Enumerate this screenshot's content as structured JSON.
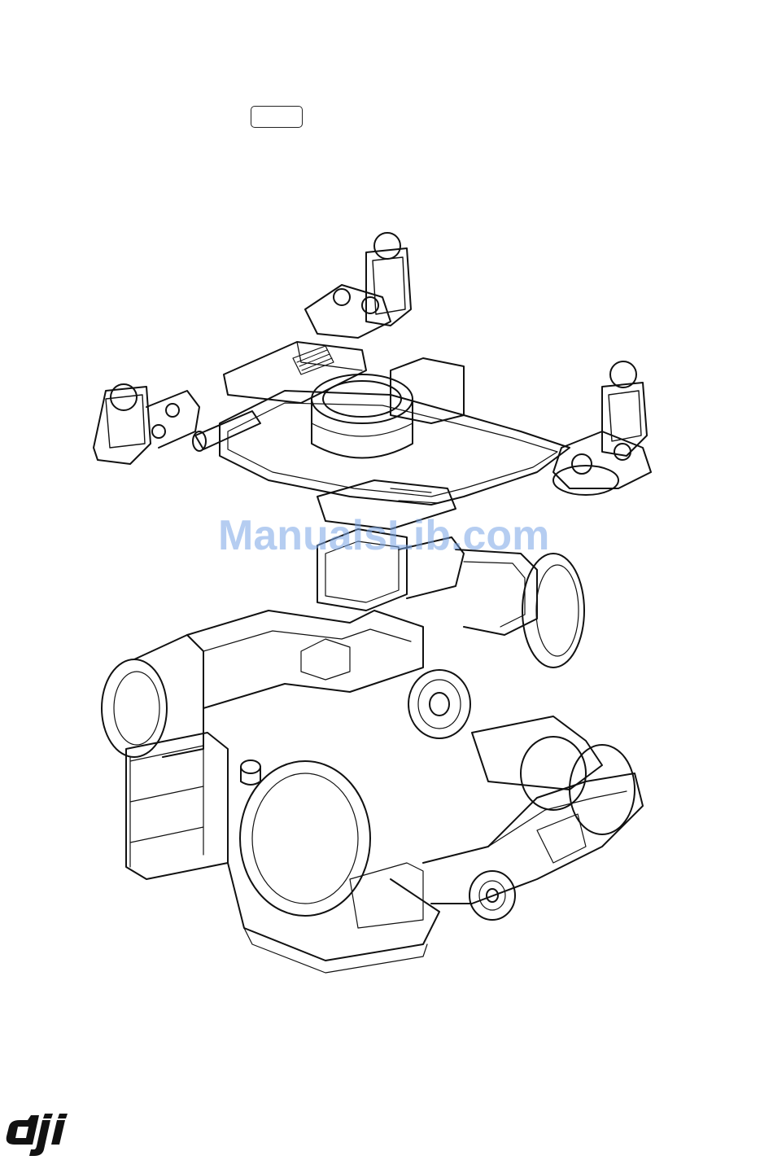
{
  "document": {
    "watermark_text": "ManualsLib.com",
    "brand_logo_text": "dji"
  },
  "colors": {
    "line": "#111111",
    "watermark": "#7aa6e6",
    "background": "#ffffff"
  },
  "icons": {
    "illustration": "gimbal-exploded-drawing",
    "logo": "dji-logo"
  }
}
